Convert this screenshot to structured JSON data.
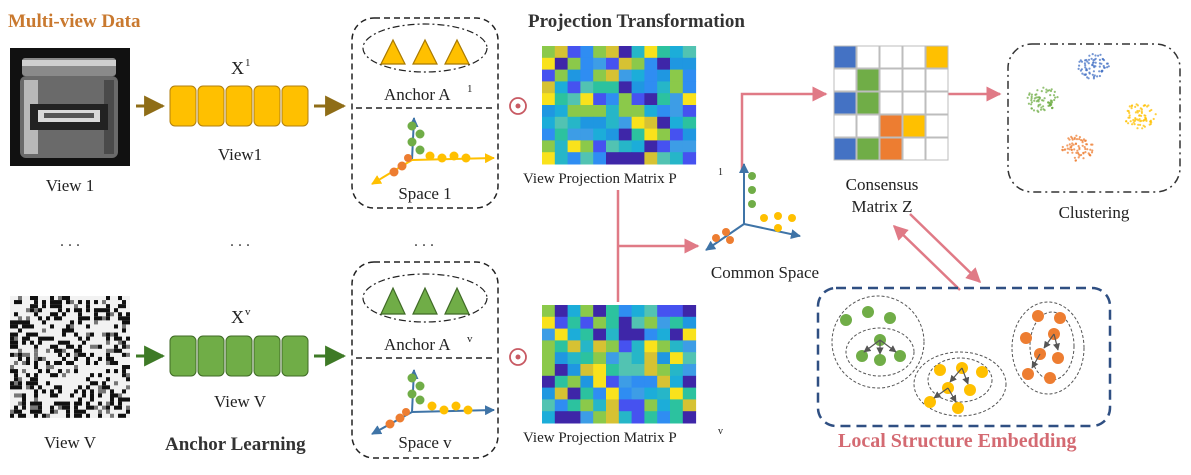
{
  "titles": {
    "multiview": "Multi-view Data",
    "projection": "Projection Transformation",
    "anchor_learning": "Anchor Learning",
    "local_structure": "Local Structure Embedding"
  },
  "views": {
    "top": {
      "image_caption": "View 1",
      "x_label": "X",
      "x_sup": "1",
      "block_caption": "View1",
      "anchor_label": "Anchor A",
      "anchor_sup": "1",
      "space_label": "Space 1",
      "matrix_label": "View  Projection  Matrix  P",
      "matrix_sup": "1"
    },
    "bottom": {
      "image_caption": "View V",
      "x_label": "X",
      "x_sup": "v",
      "block_caption": "View V",
      "anchor_label": "Anchor A",
      "anchor_sup": "v",
      "space_label": "Space v",
      "matrix_label": "View  Projection  Matrix  P",
      "matrix_sup": "v"
    }
  },
  "ellipsis": ". . .",
  "common_space": "Common Space",
  "consensus": {
    "line1": "Consensus",
    "line2": "Matrix Z"
  },
  "clustering": "Clustering",
  "colors": {
    "title_orange": "#c9792f",
    "title_pink": "#d46a72",
    "arrow_brown": "#8f6d17",
    "arrow_green": "#3e7a26",
    "arrow_pink": "#e07a86",
    "block_yellow": "#ffc000",
    "block_green": "#70ad47",
    "dash_blue": "#2f4f82",
    "orange": "#ed7d31",
    "blue": "#4472c4",
    "axis_blue": "#3f74a7",
    "gray": "#7a7a7a"
  }
}
